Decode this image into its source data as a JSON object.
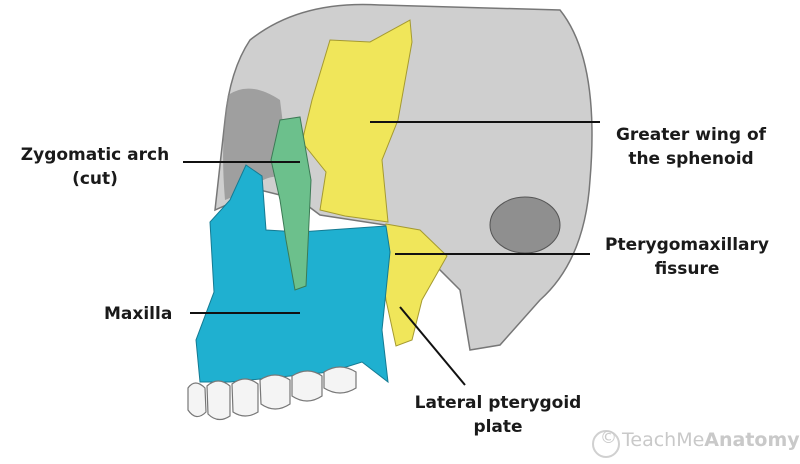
{
  "labels": {
    "zygomatic": [
      "Zygomatic arch",
      "(cut)"
    ],
    "sphenoid": [
      "Greater wing of",
      "the sphenoid"
    ],
    "fissure": [
      "Pterygomaxillary",
      "fissure"
    ],
    "maxilla": [
      "Maxilla"
    ],
    "plate": [
      "Lateral pterygoid",
      "plate"
    ]
  },
  "watermark": {
    "symbol": "©",
    "light": "TeachMe",
    "bold": "Anatomy"
  },
  "colors": {
    "maxilla": "#1fb0d0",
    "sphenoid": "#f0e65a",
    "zygomatic": "#6cc08c",
    "bone": "#cfcfcf",
    "line": "#111111"
  }
}
